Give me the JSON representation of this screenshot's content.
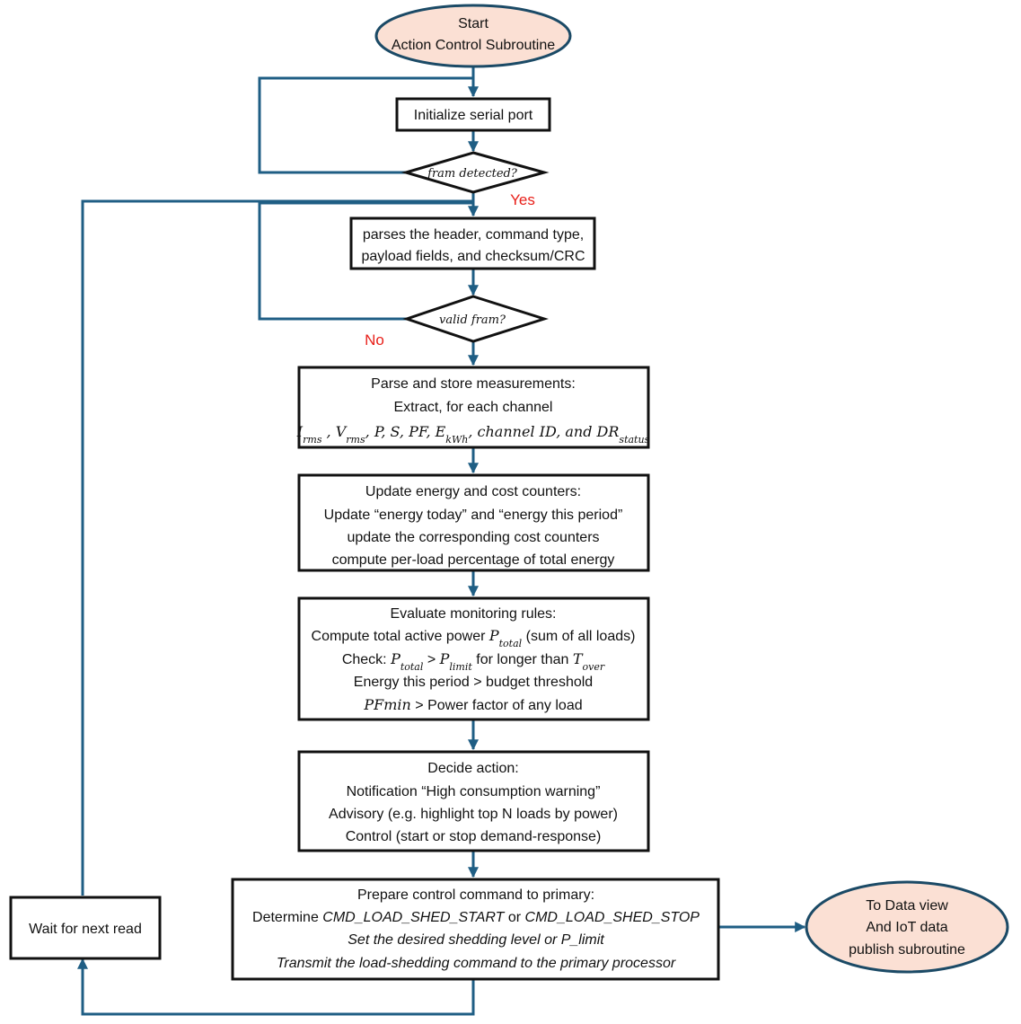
{
  "colors": {
    "label_red": "#e8201a",
    "oval_fill": "#fbe0d4",
    "connector": "#1f5e84"
  },
  "start": {
    "line1": "Start",
    "line2": "Action Control Subroutine"
  },
  "init": {
    "label": "Initialize serial port"
  },
  "decision_frame": {
    "label": "fram detected?"
  },
  "yes_label": "Yes",
  "no_label": "No",
  "parse_header": {
    "line1": "parses the header, command type,",
    "line2": "payload fields, and checksum/CRC"
  },
  "decision_valid": {
    "label": "valid fram?"
  },
  "measure": {
    "title": "Parse and store measurements:",
    "line2": "Extract, for each channel",
    "formula": {
      "I": "I",
      "I_sub": "rms",
      "V": "V",
      "V_sub": "rms",
      "mid": ", P, S, PF, E",
      "E_sub": "kWh",
      "tail": ", channel ID, and DR",
      "DR_sub": "status"
    }
  },
  "energy": {
    "title": "Update energy and cost counters:",
    "line2": "Update “energy today” and “energy this period”",
    "line3": "update the corresponding cost counters",
    "line4": "compute per-load percentage of total energy"
  },
  "evaluate": {
    "title": "Evaluate monitoring rules:",
    "line2_text": "Compute total active power ",
    "line2_sym": "P",
    "line2_sub": "total",
    "line2_tail": " (sum of all loads)",
    "line3_prefix": "Check: ",
    "line3_sym1": "P",
    "line3_sub1": "total",
    "line3_op": " > ",
    "line3_sym2": "P",
    "line3_sub2": "limit",
    "line3_mid": " for longer than ",
    "line3_sym3": "T",
    "line3_sub3": "over",
    "line4": "Energy this period > budget threshold",
    "line5_sym": "PFmin",
    "line5_tail": " > Power factor of any load"
  },
  "decide": {
    "title": "Decide action:",
    "line2": "Notification “High consumption warning”",
    "line3": "Advisory (e.g. highlight top N loads by power)",
    "line4": "Control (start or stop demand-response)"
  },
  "prepare": {
    "title": "Prepare control command to primary:",
    "line2_a": "Determine ",
    "line2_b": "CMD_LOAD_SHED_START",
    "line2_c": " or ",
    "line2_d": "CMD_LOAD_SHED_STOP",
    "line3": "Set the desired shedding level or P_limit",
    "line4": "Transmit the load-shedding command to the primary processor"
  },
  "wait": {
    "label": "Wait for next read"
  },
  "end": {
    "line1": "To Data view",
    "line2": "And IoT data",
    "line3": "publish subroutine"
  }
}
